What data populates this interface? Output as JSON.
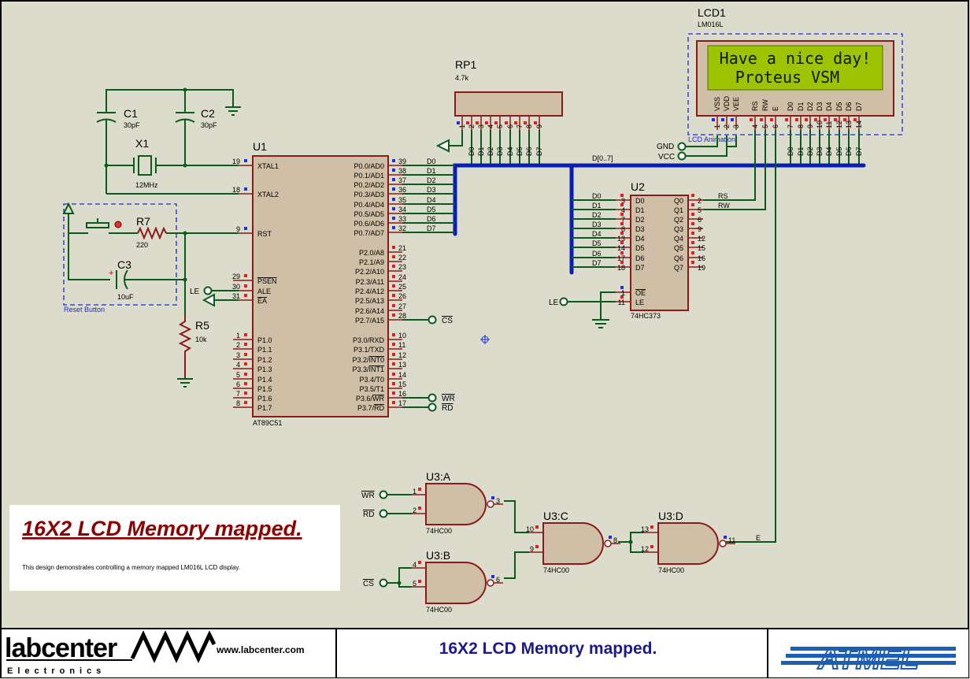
{
  "page": {
    "title_box": {
      "title": "16X2 LCD Memory mapped.",
      "description": "This design demonstrates controlling a memory mapped LM016L LCD display."
    },
    "title_block": {
      "logo_text": "labcenter",
      "logo_sub": "Electronics",
      "url": "www.labcenter.com",
      "design_title": "16X2 LCD Memory mapped.",
      "brand": "ATMEL"
    }
  },
  "components": {
    "u1": {
      "ref": "U1",
      "part": "AT89C51",
      "left_pins": [
        {
          "num": "19",
          "name": "XTAL1"
        },
        {
          "num": "18",
          "name": "XTAL2"
        },
        {
          "num": "9",
          "name": "RST"
        },
        {
          "num": "29",
          "name": "PSEN"
        },
        {
          "num": "30",
          "name": "ALE"
        },
        {
          "num": "31",
          "name": "EA"
        },
        {
          "num": "1",
          "name": "P1.0"
        },
        {
          "num": "2",
          "name": "P1.1"
        },
        {
          "num": "3",
          "name": "P1.2"
        },
        {
          "num": "4",
          "name": "P1.3"
        },
        {
          "num": "5",
          "name": "P1.4"
        },
        {
          "num": "6",
          "name": "P1.5"
        },
        {
          "num": "7",
          "name": "P1.6"
        },
        {
          "num": "8",
          "name": "P1.7"
        }
      ],
      "right_pins": [
        {
          "num": "39",
          "name": "P0.0/AD0",
          "net": "D0"
        },
        {
          "num": "38",
          "name": "P0.1/AD1",
          "net": "D1"
        },
        {
          "num": "37",
          "name": "P0.2/AD2",
          "net": "D2"
        },
        {
          "num": "36",
          "name": "P0.3/AD3",
          "net": "D3"
        },
        {
          "num": "35",
          "name": "P0.4/AD4",
          "net": "D4"
        },
        {
          "num": "34",
          "name": "P0.5/AD5",
          "net": "D5"
        },
        {
          "num": "33",
          "name": "P0.6/AD6",
          "net": "D6"
        },
        {
          "num": "32",
          "name": "P0.7/AD7",
          "net": "D7"
        },
        {
          "num": "21",
          "name": "P2.0/A8"
        },
        {
          "num": "22",
          "name": "P2.1/A9"
        },
        {
          "num": "23",
          "name": "P2.2/A10"
        },
        {
          "num": "24",
          "name": "P2.3/A11"
        },
        {
          "num": "25",
          "name": "P2.4/A12"
        },
        {
          "num": "26",
          "name": "P2.5/A13"
        },
        {
          "num": "27",
          "name": "P2.6/A14"
        },
        {
          "num": "28",
          "name": "P2.7/A15"
        },
        {
          "num": "10",
          "name": "P3.0/RXD"
        },
        {
          "num": "11",
          "name": "P3.1/TXD"
        },
        {
          "num": "12",
          "name": "P3.2/INT0"
        },
        {
          "num": "13",
          "name": "P3.3/INT1"
        },
        {
          "num": "14",
          "name": "P3.4/T0"
        },
        {
          "num": "15",
          "name": "P3.5/T1"
        },
        {
          "num": "16",
          "name": "P3.6/WR"
        },
        {
          "num": "17",
          "name": "P3.7/RD"
        }
      ]
    },
    "u2": {
      "ref": "U2",
      "part": "74HC373",
      "left_pins": [
        {
          "num": "3",
          "name": "D0"
        },
        {
          "num": "4",
          "name": "D1"
        },
        {
          "num": "7",
          "name": "D2"
        },
        {
          "num": "8",
          "name": "D3"
        },
        {
          "num": "13",
          "name": "D4"
        },
        {
          "num": "14",
          "name": "D5"
        },
        {
          "num": "17",
          "name": "D6"
        },
        {
          "num": "18",
          "name": "D7"
        },
        {
          "num": "1",
          "name": "OE"
        },
        {
          "num": "11",
          "name": "LE"
        }
      ],
      "right_pins": [
        {
          "num": "2",
          "name": "Q0"
        },
        {
          "num": "5",
          "name": "Q1"
        },
        {
          "num": "6",
          "name": "Q2"
        },
        {
          "num": "9",
          "name": "Q3"
        },
        {
          "num": "12",
          "name": "Q4"
        },
        {
          "num": "15",
          "name": "Q5"
        },
        {
          "num": "16",
          "name": "Q6"
        },
        {
          "num": "19",
          "name": "Q7"
        }
      ],
      "in_nets": [
        "D0",
        "D1",
        "D2",
        "D3",
        "D4",
        "D5",
        "D6",
        "D7"
      ],
      "out_nets": [
        "RS",
        "RW"
      ]
    },
    "lcd": {
      "ref": "LCD1",
      "part": "LM016L",
      "line1": "Have a nice day!",
      "line2": "Proteus VSM",
      "pins": [
        {
          "num": "1",
          "name": "VSS"
        },
        {
          "num": "2",
          "name": "VDD"
        },
        {
          "num": "3",
          "name": "VEE"
        },
        {
          "num": "4",
          "name": "RS"
        },
        {
          "num": "5",
          "name": "RW"
        },
        {
          "num": "6",
          "name": "E"
        },
        {
          "num": "7",
          "name": "D0"
        },
        {
          "num": "8",
          "name": "D1"
        },
        {
          "num": "9",
          "name": "D2"
        },
        {
          "num": "10",
          "name": "D3"
        },
        {
          "num": "11",
          "name": "D4"
        },
        {
          "num": "12",
          "name": "D5"
        },
        {
          "num": "13",
          "name": "D6"
        },
        {
          "num": "14",
          "name": "D7"
        }
      ],
      "box_label": "LCD Animation",
      "gnd": "GND",
      "vcc": "VCC"
    },
    "rp1": {
      "ref": "RP1",
      "value": "4.7k",
      "pins": [
        "1",
        "2",
        "3",
        "4",
        "5",
        "6",
        "7",
        "8",
        "9"
      ],
      "nets": [
        "D0",
        "D1",
        "D2",
        "D3",
        "D4",
        "D5",
        "D6",
        "D7"
      ]
    },
    "c1": {
      "ref": "C1",
      "value": "30pF"
    },
    "c2": {
      "ref": "C2",
      "value": "30pF"
    },
    "c3": {
      "ref": "C3",
      "value": "10uF"
    },
    "x1": {
      "ref": "X1",
      "value": "12MHz"
    },
    "r7": {
      "ref": "R7",
      "value": "220"
    },
    "r5": {
      "ref": "R5",
      "value": "10k"
    },
    "reset_label": "Reset Button",
    "u3a": {
      "ref": "U3:A",
      "part": "74HC00",
      "in": [
        "1",
        "2"
      ],
      "out": "3"
    },
    "u3b": {
      "ref": "U3:B",
      "part": "74HC00",
      "in": [
        "4",
        "5"
      ],
      "out": "6"
    },
    "u3c": {
      "ref": "U3:C",
      "part": "74HC00",
      "in": [
        "10",
        "9"
      ],
      "out": "8"
    },
    "u3d": {
      "ref": "U3:D",
      "part": "74HC00",
      "in": [
        "13",
        "12"
      ],
      "out": "11"
    }
  },
  "nets": {
    "bus": "D[0..7]",
    "le": "LE",
    "cs": "CS",
    "wr": "WR",
    "rd": "RD",
    "e": "E"
  }
}
